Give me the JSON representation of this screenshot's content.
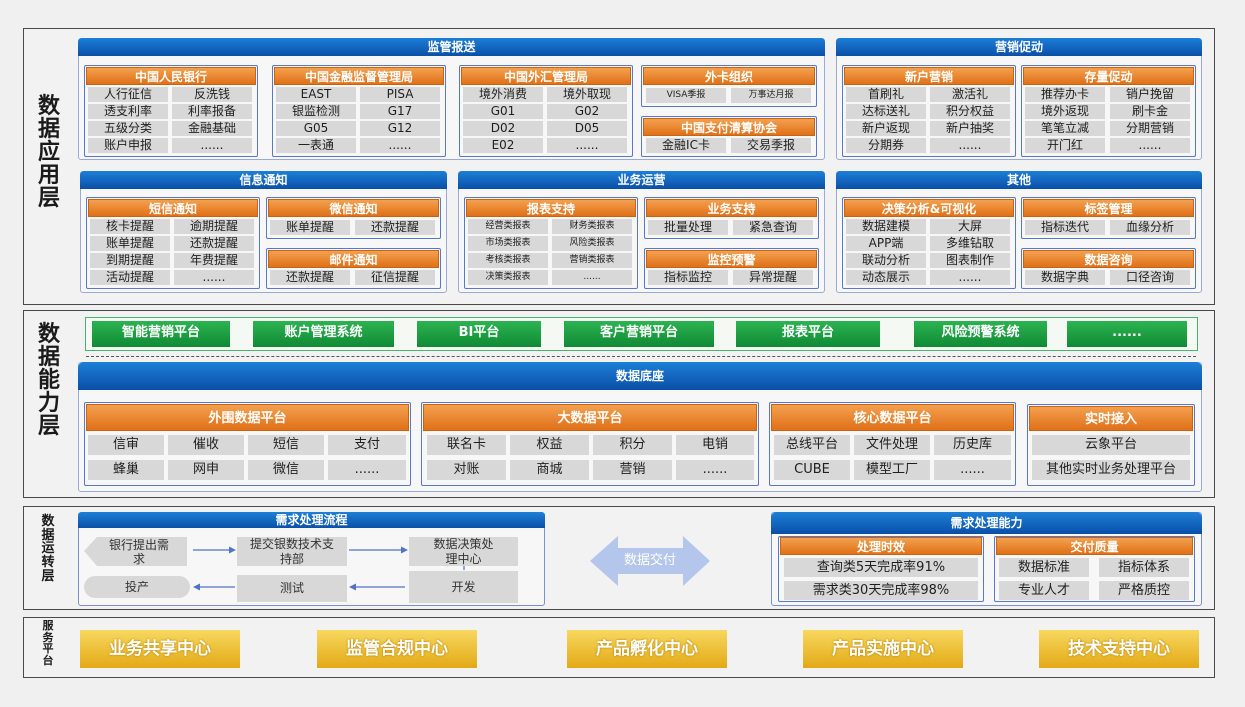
{
  "application_layer": {
    "title": "数据应用层",
    "regulatory": {
      "title": "监管报送",
      "pboc": {
        "title": "中国人民银行",
        "items": [
          "人行征信",
          "反洗钱",
          "透支利率",
          "利率报备",
          "五级分类",
          "金融基础",
          "账户申报",
          "......"
        ]
      },
      "nfra": {
        "title": "中国金融监督管理局",
        "items": [
          "EAST",
          "PISA",
          "银监检测",
          "G17",
          "G05",
          "G12",
          "一表通",
          "......"
        ]
      },
      "safe": {
        "title": "中国外汇管理局",
        "items": [
          "境外消费",
          "境外取现",
          "G01",
          "G02",
          "D02",
          "D05",
          "E02",
          "......"
        ]
      },
      "card_org": {
        "title": "外卡组织",
        "items": [
          "VISA季报",
          "万事达月报"
        ]
      },
      "clearing": {
        "title": "中国支付清算协会",
        "items": [
          "金融IC卡",
          "交易季报"
        ]
      }
    },
    "marketing": {
      "title": "营销促动",
      "new_customer": {
        "title": "新户营销",
        "items": [
          "首刷礼",
          "激活礼",
          "达标送礼",
          "积分权益",
          "新户返现",
          "新户抽奖",
          "分期券",
          "......"
        ]
      },
      "stock": {
        "title": "存量促动",
        "items": [
          "推荐办卡",
          "销户挽留",
          "境外返现",
          "刷卡金",
          "笔笔立减",
          "分期营销",
          "开门红",
          "......"
        ]
      }
    },
    "notice": {
      "title": "信息通知",
      "sms": {
        "title": "短信通知",
        "items": [
          "核卡提醒",
          "逾期提醒",
          "账单提醒",
          "还款提醒",
          "到期提醒",
          "年费提醒",
          "活动提醒",
          "......"
        ]
      },
      "wechat": {
        "title": "微信通知",
        "items": [
          "账单提醒",
          "还款提醒"
        ]
      },
      "email": {
        "title": "邮件通知",
        "items": [
          "还款提醒",
          "征信提醒"
        ]
      }
    },
    "operations": {
      "title": "业务运营",
      "report": {
        "title": "报表支持",
        "items": [
          "经营类报表",
          "财务类报表",
          "市场类报表",
          "风险类报表",
          "考核类报表",
          "营销类报表",
          "决策类报表",
          "......"
        ]
      },
      "biz": {
        "title": "业务支持",
        "items": [
          "批量处理",
          "紧急查询"
        ]
      },
      "monitor": {
        "title": "监控预警",
        "items": [
          "指标监控",
          "异常提醒"
        ]
      }
    },
    "other": {
      "title": "其他",
      "decision": {
        "title": "决策分析&可视化",
        "items": [
          "数据建模",
          "大屏",
          "APP端",
          "多维钻取",
          "联动分析",
          "图表制作",
          "动态展示",
          "......"
        ]
      },
      "tag": {
        "title": "标签管理",
        "items": [
          "指标迭代",
          "血缘分析"
        ]
      },
      "consult": {
        "title": "数据咨询",
        "items": [
          "数据字典",
          "口径咨询"
        ]
      }
    }
  },
  "capability_layer": {
    "title": "数据能力层",
    "platforms": [
      "智能营销平台",
      "账户管理系统",
      "BI平台",
      "客户营销平台",
      "报表平台",
      "风险预警系统",
      "......"
    ],
    "base": {
      "title": "数据底座",
      "peripheral": {
        "title": "外围数据平台",
        "items": [
          "信审",
          "催收",
          "短信",
          "支付",
          "蜂巢",
          "网申",
          "微信",
          "......"
        ]
      },
      "bigdata": {
        "title": "大数据平台",
        "items": [
          "联名卡",
          "权益",
          "积分",
          "电销",
          "对账",
          "商城",
          "营销",
          "......"
        ]
      },
      "core": {
        "title": "核心数据平台",
        "items": [
          "总线平台",
          "文件处理",
          "历史库",
          "CUBE",
          "模型工厂",
          "......"
        ]
      },
      "realtime": {
        "title": "实时接入",
        "items": [
          "云象平台",
          "其他实时业务处理平台"
        ]
      }
    }
  },
  "operation_layer": {
    "title": "数据运转层",
    "process": {
      "title": "需求处理流程",
      "steps": [
        "银行提出需求",
        "提交银数技术支持部",
        "数据决策处理中心",
        "开发",
        "测试",
        "投产"
      ]
    },
    "delivery": "数据交付",
    "capability": {
      "title": "需求处理能力",
      "timeliness": {
        "title": "处理时效",
        "items": [
          "查询类5天完成率91%",
          "需求类30天完成率98%"
        ]
      },
      "quality": {
        "title": "交付质量",
        "items": [
          "数据标准",
          "指标体系",
          "专业人才",
          "严格质控"
        ]
      }
    }
  },
  "service_layer": {
    "title": "服务平台",
    "centers": [
      "业务共享中心",
      "监管合规中心",
      "产品孵化中心",
      "产品实施中心",
      "技术支持中心"
    ]
  },
  "colors": {
    "blue": "#0a5fbf",
    "orange": "#e8801f",
    "green": "#16a043",
    "gold": "#e8b322"
  }
}
